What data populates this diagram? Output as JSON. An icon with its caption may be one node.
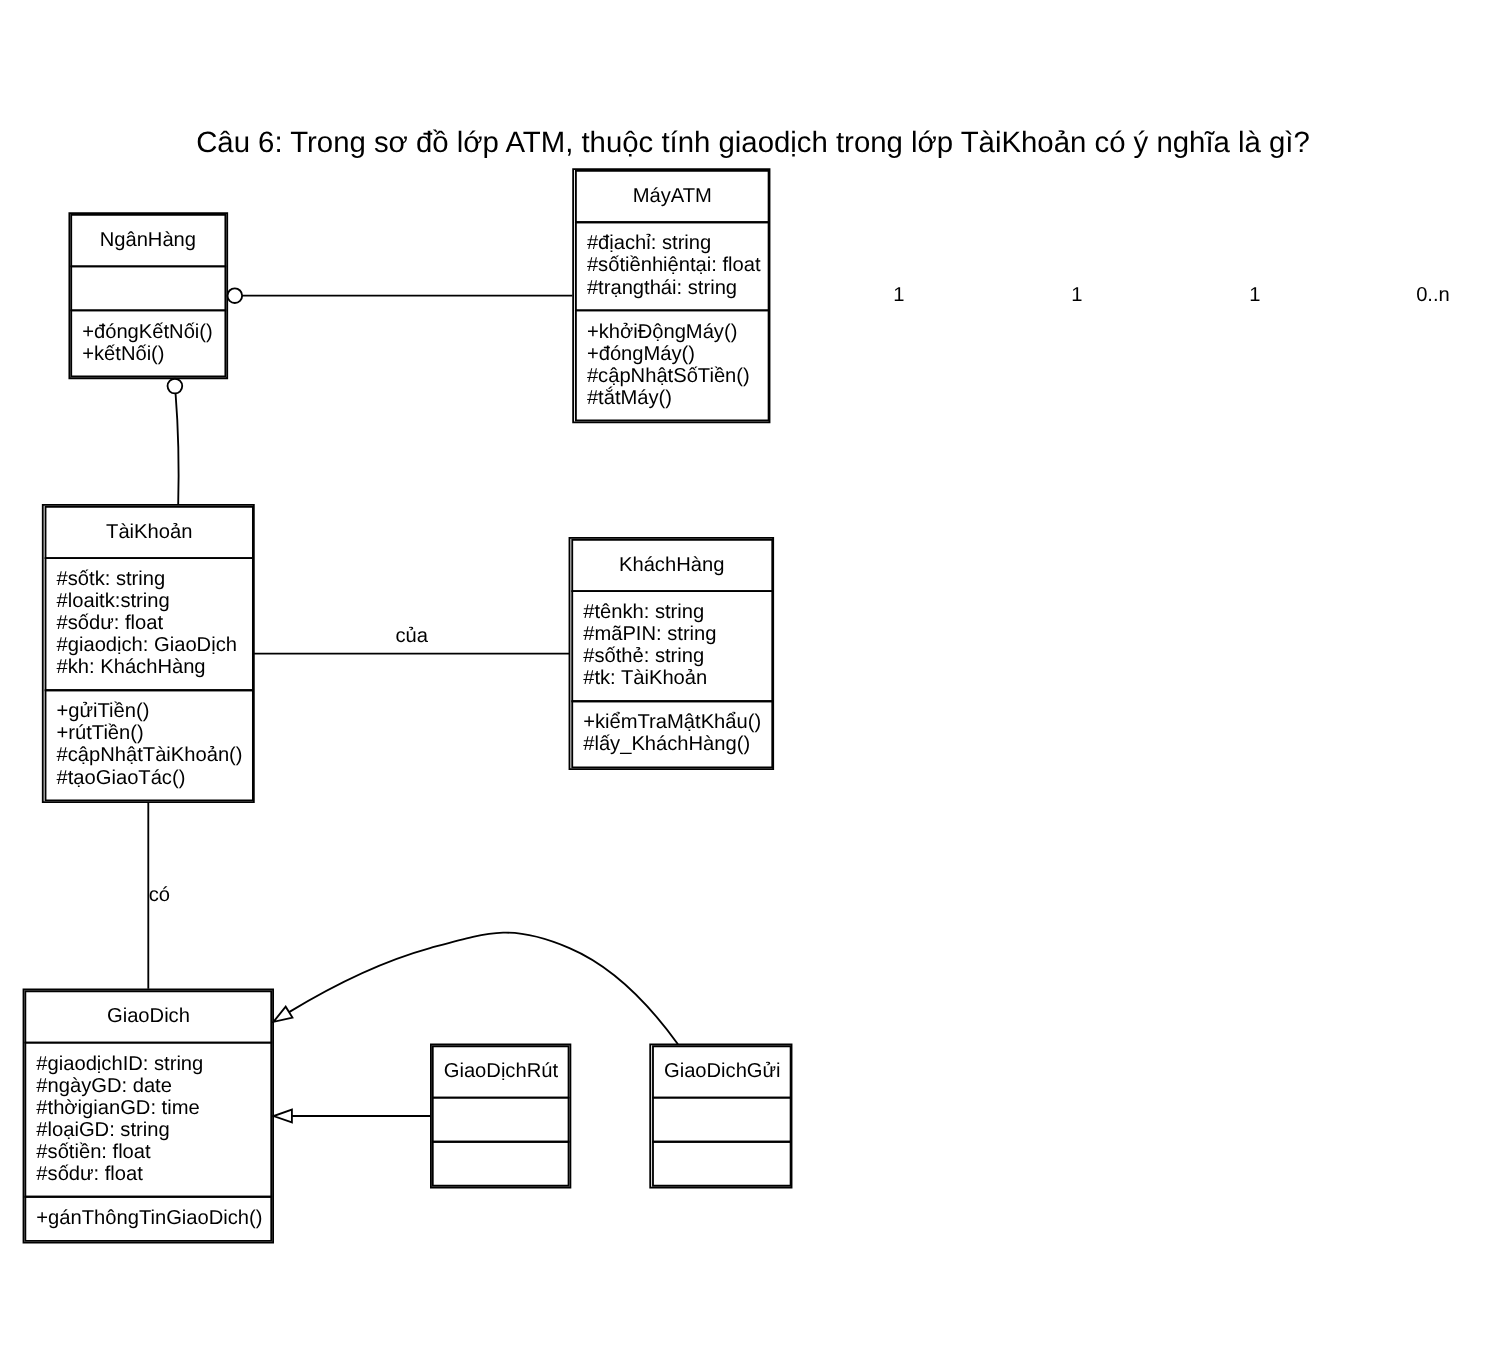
{
  "diagram": {
    "title": "Câu 6: Trong sơ đồ lớp ATM, thuộc tính giaodịch trong lớp TàiKhoản có ý nghĩa là gì?",
    "nodes": [
      {
        "text": [
          "NgânHàng",
          "+đóngKếtNối()",
          "+kếtNối()"
        ]
      },
      {
        "text": [
          "MáyATM",
          "#địachỉ: string",
          "#sốtiềnhiệntại: float",
          "#trạngthái: string",
          "+khởiĐộngMáy()",
          "+đóngMáy()",
          "#cậpNhậtSốTiền()",
          "#tắtMáy()"
        ]
      },
      {
        "text": [
          "TàiKhoản",
          "#sốtk: string",
          "#loaitk:string",
          "#sốdư: float",
          "#giaodịch: GiaoDịch",
          "#kh: KháchHàng",
          "+gửiTiền()",
          "+rútTiền()",
          "#cậpNhậtTàiKhoản()",
          "#tạoGiaoTác()"
        ]
      },
      {
        "text": [
          "KháchHàng",
          "#tênkh: string",
          "#mãPIN: string",
          "#sốthẻ: string",
          "#tk: TàiKhoản",
          "+kiểmTraMậtKhẩu()",
          "#lấy_KháchHàng()"
        ]
      },
      {
        "text": [
          "GiaoDich",
          "#giaodịchID: string",
          "#ngàyGD: date",
          "#thờigianGD: time",
          "#loạiGD: string",
          "#sốtiền: float",
          "#sốdư: float",
          "+gánThôngTinGiaoDich()"
        ]
      },
      {
        "text": [
          "GiaoDịchRút"
        ]
      },
      {
        "text": [
          "GiaoDichGửi"
        ]
      }
    ],
    "edges": [
      {
        "from": 2,
        "to": 0,
        "arrow": "other"
      },
      {
        "from": 1,
        "to": 0,
        "arrow": "other"
      },
      {
        "from": 2,
        "to": 3,
        "arrow": "none",
        "label": "của"
      },
      {
        "from": 2,
        "to": 4,
        "arrow": "none",
        "label": "có"
      },
      {
        "from": 5,
        "to": 4,
        "arrow": "to"
      },
      {
        "from": 6,
        "to": 4,
        "arrow": "to"
      }
    ],
    "labels": [
      "1",
      "1",
      "1",
      "0..n"
    ]
  }
}
